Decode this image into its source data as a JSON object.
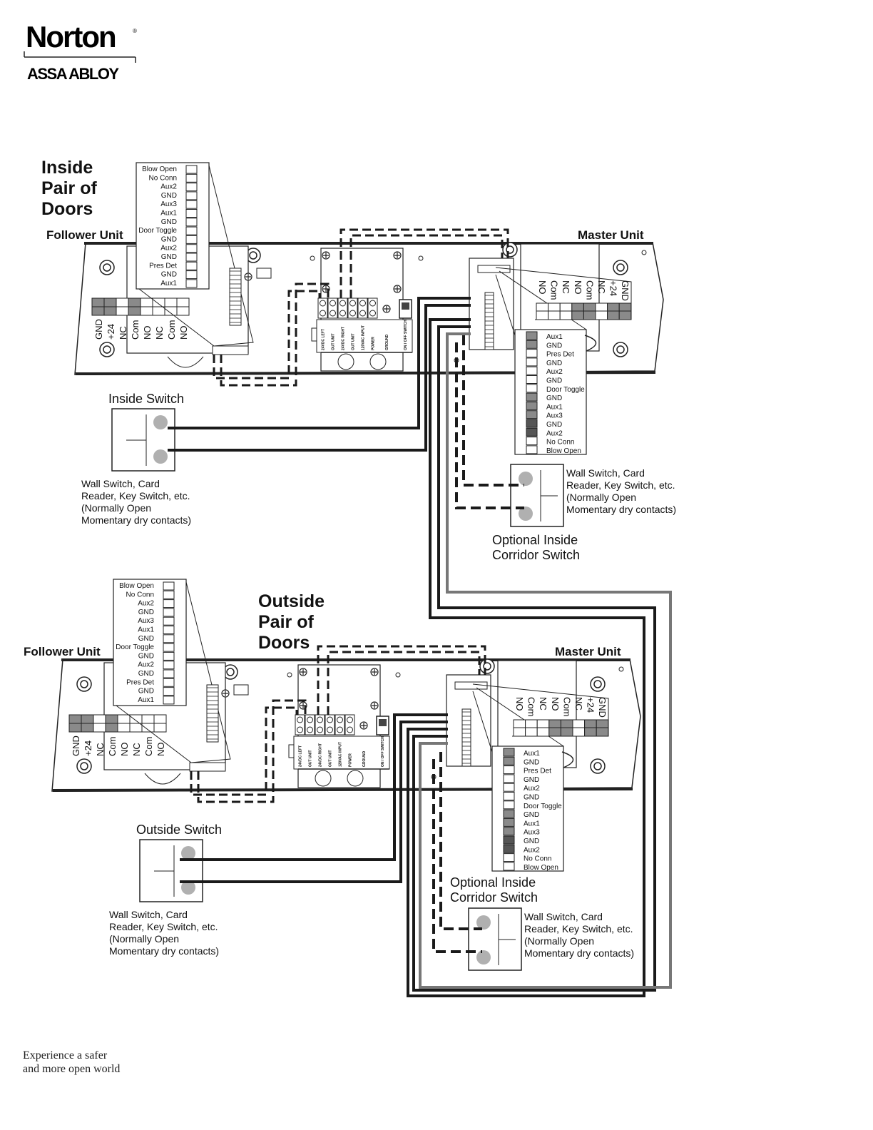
{
  "logo": {
    "brand": "Norton",
    "sub": "ASSA ABLOY"
  },
  "footer": {
    "line1": "Experience a safer",
    "line2": "and more open world"
  },
  "common": {
    "follower_unit": "Follower Unit",
    "master_unit": "Master Unit",
    "follower_list": [
      "Blow Open",
      "No Conn",
      "Aux2",
      "GND",
      "Aux3",
      "Aux1",
      "GND",
      "Door Toggle",
      "GND",
      "Aux2",
      "GND",
      "Pres Det",
      "GND",
      "Aux1"
    ],
    "follower_strip": [
      "GND",
      "+24",
      "NC",
      "Com",
      "NO",
      "NC",
      "Com",
      "NO"
    ],
    "master_strip": [
      "NO",
      "Com",
      "NC",
      "NO",
      "Com",
      "NC",
      "+24",
      "GND"
    ],
    "master_list": [
      "Aux1",
      "GND",
      "Pres Det",
      "GND",
      "Aux2",
      "GND",
      "Door Toggle",
      "GND",
      "Aux1",
      "Aux3",
      "GND",
      "Aux2",
      "No Conn",
      "Blow Open"
    ],
    "power_labels": [
      "24VDC LEFT",
      "OUT UNIT",
      "24VDC RIGHT",
      "OUT UNIT",
      "120VAC INPUT",
      "POWER",
      "GROUND",
      "ON / OFF SWITCH"
    ],
    "switch_note": [
      "Wall Switch, Card",
      "Reader, Key Switch, etc.",
      "(Normally Open",
      "Momentary dry contacts)"
    ],
    "corridor_label": [
      "Optional Inside",
      "Corridor Switch"
    ]
  },
  "sections": [
    {
      "title": [
        "Inside",
        "Pair of",
        "Doors"
      ],
      "switch_label": "Inside Switch"
    },
    {
      "title": [
        "Outside",
        "Pair of",
        "Doors"
      ],
      "switch_label": "Outside Switch"
    }
  ],
  "colors": {
    "wire": "#1a1a1a",
    "wire_gray": "#777777",
    "terminal_gray": "#8a8a8a",
    "contact": "#b0b0b0"
  }
}
